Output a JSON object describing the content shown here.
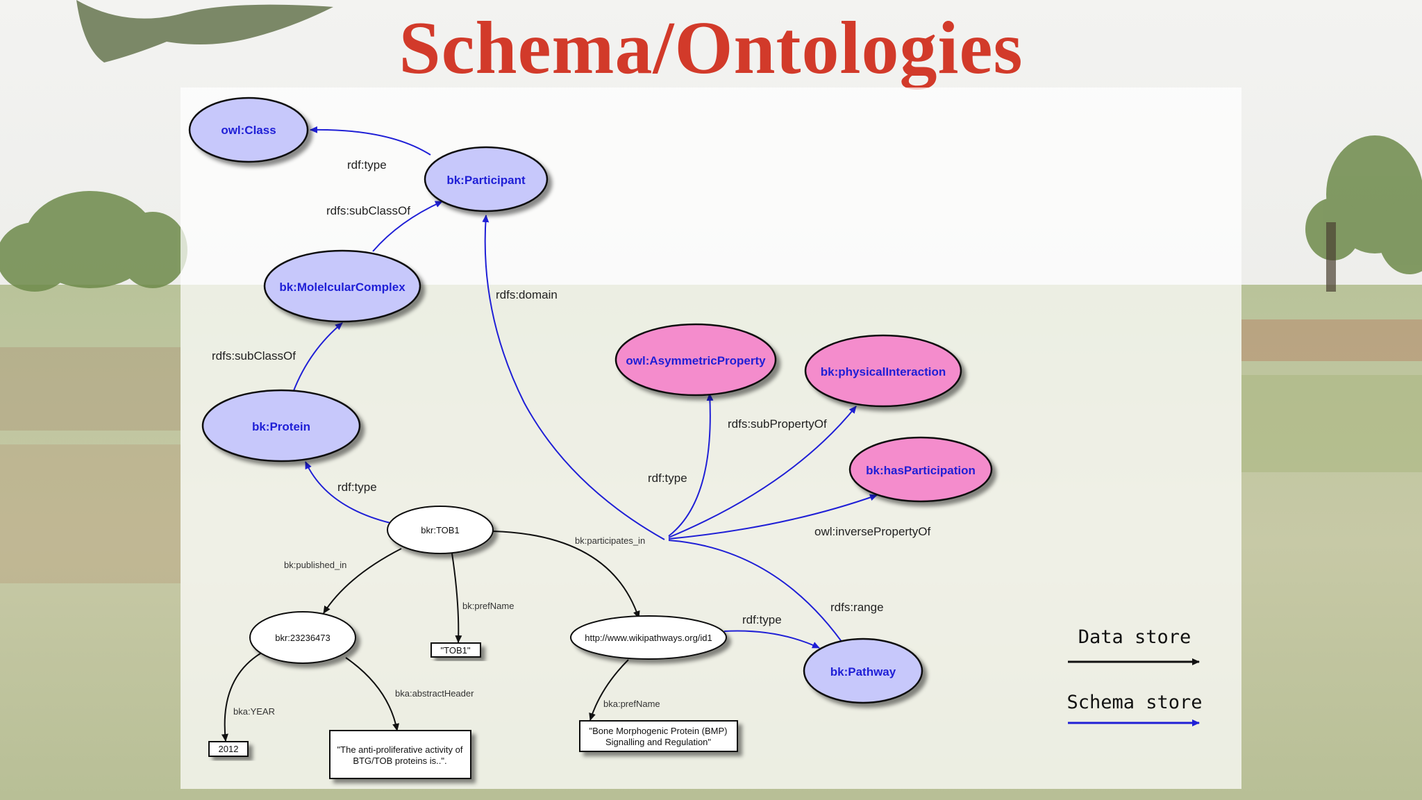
{
  "title": "Schema/Ontologies",
  "schema_nodes": {
    "owl_class": "owl:Class",
    "participant": "bk:Participant",
    "molecular_complex": "bk:MolelcularComplex",
    "protein": "bk:Protein",
    "asymmetric": "owl:AsymmetricProperty",
    "physical": "bk:physicalInteraction",
    "has_participation": "bk:hasParticipation",
    "pathway": "bk:Pathway"
  },
  "data_nodes": {
    "tob1": "bkr:TOB1",
    "paper": "bkr:23236473",
    "pref_tob1": "\"TOB1\"",
    "wiki": "http://www.wikipathways.org/id1",
    "year": "2012",
    "abstract_line1": "\"The anti-proliferative activity of",
    "abstract_line2": "BTG/TOB proteins is..\".",
    "bmp_line1": "\"Bone Morphogenic Protein (BMP)",
    "bmp_line2": "Signalling and Regulation\""
  },
  "edges": {
    "rdf_type_participant": "rdf:type",
    "subclass_complex": "rdfs:subClassOf",
    "subclass_protein": "rdfs:subClassOf",
    "domain": "rdfs:domain",
    "subproperty": "rdfs:subPropertyOf",
    "rdf_type_property": "rdf:type",
    "inverse": "owl:inversePropertyOf",
    "range": "rdfs:range",
    "rdf_type_tob1": "rdf:type",
    "rdf_type_wiki": "rdf:type",
    "participates_in": "bk:participates_in",
    "published_in": "bk:published_in",
    "pref_name": "bk:prefName",
    "abstract_header": "bka:abstractHeader",
    "year": "bka:YEAR",
    "bka_pref_name": "bka:prefName"
  },
  "legend": {
    "data_store": "Data store",
    "schema_store": "Schema store"
  },
  "colors": {
    "title": "#d23a2a",
    "schema_class_fill": "#c7c8fb",
    "schema_property_fill": "#f48ccc",
    "schema_arrow": "#1f1fd6",
    "data_arrow": "#111111"
  }
}
